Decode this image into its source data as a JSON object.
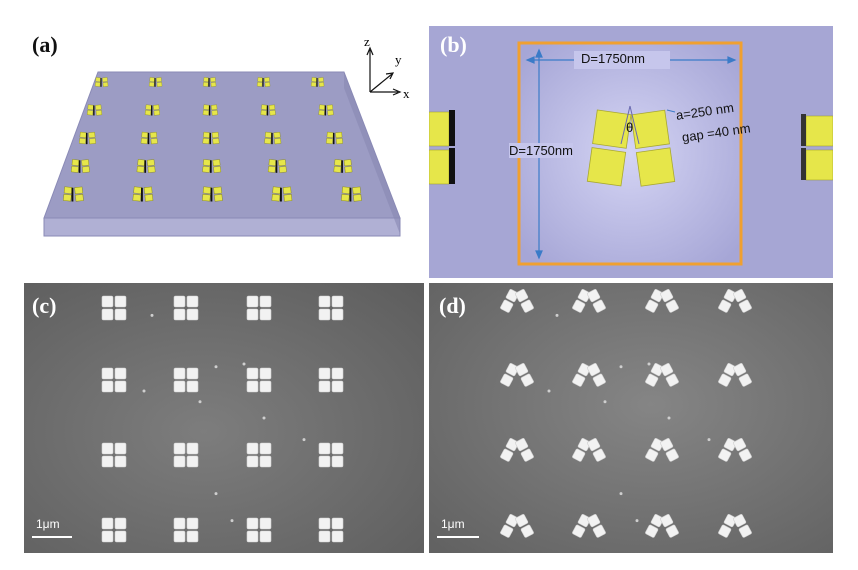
{
  "panel_a": {
    "label": "(a)",
    "axes": {
      "z": "z",
      "y": "y",
      "x": "x"
    }
  },
  "panel_b": {
    "label": "(b)",
    "period_horizontal": "D=1750nm",
    "period_vertical": "D=1750nm",
    "angle": "θ",
    "size": "a=250 nm",
    "gap": "gap =40 nm"
  },
  "panel_c": {
    "label": "(c)",
    "scale": "1μm"
  },
  "panel_d": {
    "label": "(d)",
    "scale": "1μm"
  },
  "colors": {
    "substrate": "#9c9cc4",
    "gold": "#e6e64a",
    "frame": "#f0a030",
    "sem_bg": "#757575",
    "sem_particle": "#f2f2f2"
  }
}
